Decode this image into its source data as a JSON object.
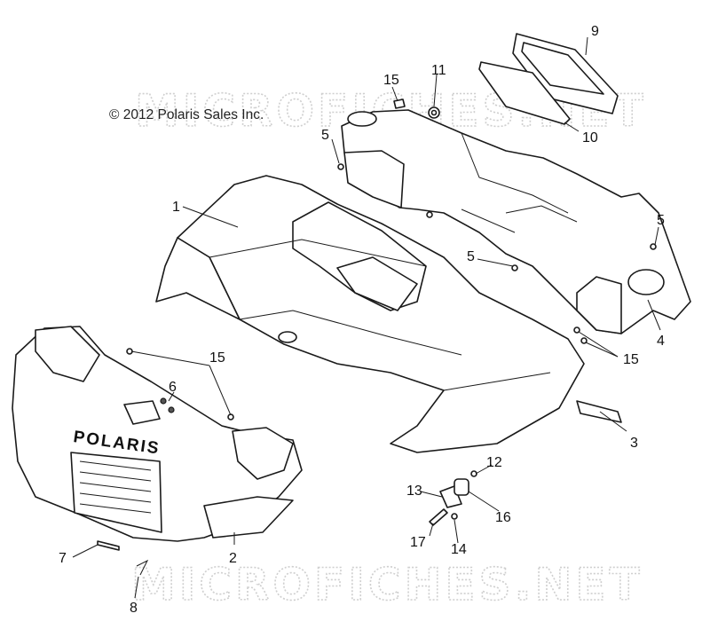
{
  "copyright": "© 2012 Polaris Sales Inc.",
  "watermark": "MICROFICHES.NET",
  "hood_brand": "POLARIS",
  "callouts": [
    "1",
    "2",
    "3",
    "4",
    "5",
    "6",
    "7",
    "8",
    "9",
    "10",
    "11",
    "12",
    "13",
    "14",
    "15",
    "16",
    "17"
  ]
}
